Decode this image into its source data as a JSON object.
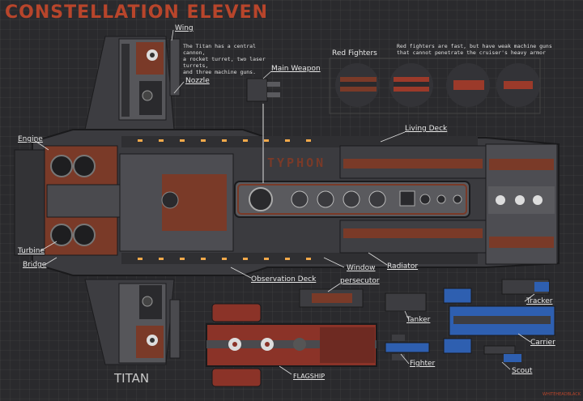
{
  "title": "CONSTELLATION ELEVEN",
  "ship_name": "TITAN",
  "hull_text": "TYPHON",
  "credit": "WHITEHEADBLACK",
  "notes": {
    "titan": "The Titan has a central cannon,\na rocket turret, two laser turrets,\nand three machine guns.",
    "fighters": "Red fighters are fast, but have weak machine guns\nthat cannot penetrate the cruiser's heavy armor"
  },
  "labels": {
    "wing": "Wing",
    "nozzle": "Nozzle",
    "main_weapon": "Main Weapon",
    "red_fighters": "Red Fighters",
    "engine": "Engine",
    "living_deck": "Living Deck",
    "turbine": "Turbine",
    "bridge": "Bridge",
    "window": "Window",
    "radiator": "Radiator",
    "observation_deck": "Observation Deck",
    "persecutor": "persecutor",
    "tanker": "Tanker",
    "fighter": "Fighter",
    "tracker": "Tracker",
    "carrier": "Carrier",
    "scout": "Scout",
    "flagship": "FLAGSHIP"
  },
  "colors": {
    "accent": "#b8452b",
    "hull_dark": "#3b3b3f",
    "hull_mid": "#5a5a5e",
    "rust": "#7a3a28",
    "blue": "#2e5fb0",
    "light": "#f2a94a"
  }
}
